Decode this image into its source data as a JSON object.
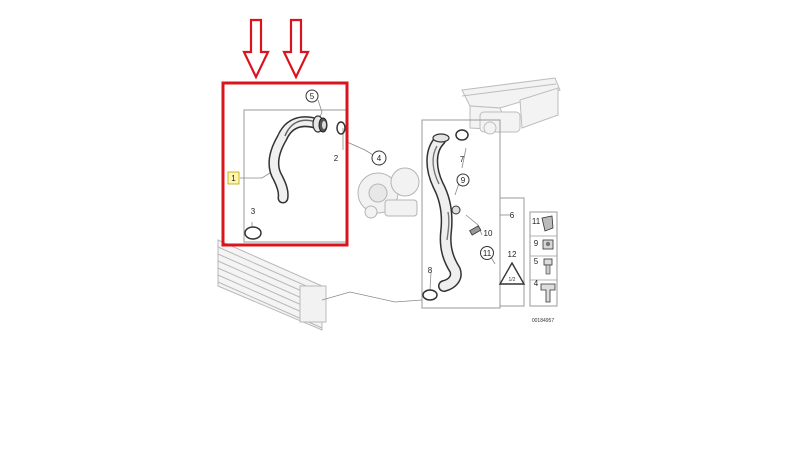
{
  "diagram": {
    "highlight_color": "#d9141e",
    "line_color": "#8a8a8a",
    "part_callouts": [
      "1",
      "2",
      "3",
      "4",
      "5",
      "6",
      "7",
      "8",
      "9",
      "10",
      "11",
      "12"
    ],
    "sidebar_labels": [
      "11",
      "9",
      "5",
      "4"
    ],
    "warning_label": "1/2",
    "diagram_number": "00184957"
  }
}
